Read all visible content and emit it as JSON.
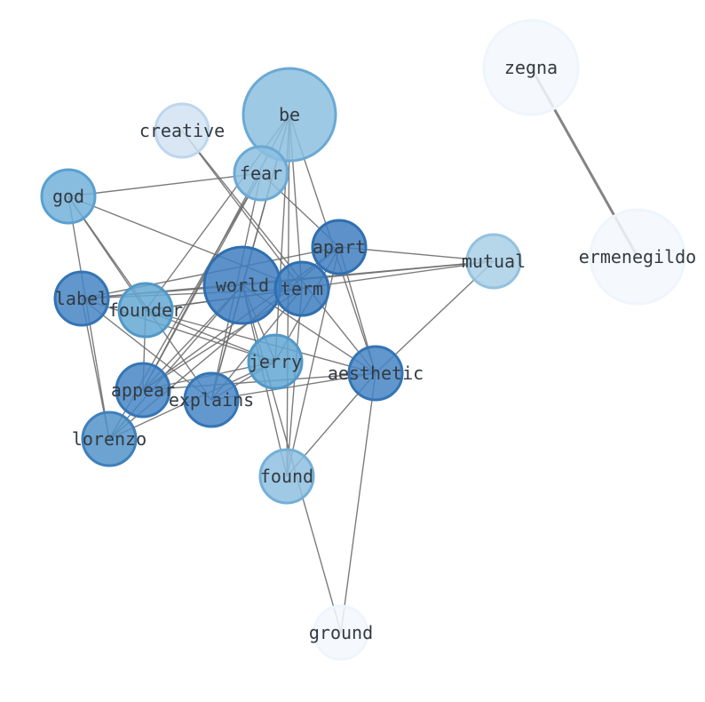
{
  "graph": {
    "nodes": [
      {
        "id": "be",
        "label": "be",
        "color": "#8dc0e0",
        "stroke": "#6aa9d4",
        "weight": 6
      },
      {
        "id": "zegna",
        "label": "zegna",
        "color": "#f3f8fe",
        "stroke": "#eef5fc",
        "weight": 4
      },
      {
        "id": "creative",
        "label": "creative",
        "color": "#d2e3f3",
        "stroke": "#bdd6ee",
        "weight": 2
      },
      {
        "id": "fear",
        "label": "fear",
        "color": "#8cc0e0",
        "stroke": "#6aa9d4",
        "weight": 3
      },
      {
        "id": "god",
        "label": "god",
        "color": "#73b2db",
        "stroke": "#5aa0d0",
        "weight": 3
      },
      {
        "id": "apart",
        "label": "apart",
        "color": "#3f7fc0",
        "stroke": "#2f6fb0",
        "weight": 3
      },
      {
        "id": "mutual",
        "label": "mutual",
        "color": "#a9cfe6",
        "stroke": "#93c2df",
        "weight": 3
      },
      {
        "id": "ermenegildo",
        "label": "ermenegildo",
        "color": "#f3f8fe",
        "stroke": "#eef5fc",
        "weight": 4
      },
      {
        "id": "world",
        "label": "world",
        "color": "#3f7fc0",
        "stroke": "#2f6fb0",
        "weight": 6
      },
      {
        "id": "term",
        "label": "term",
        "color": "#3e7ec0",
        "stroke": "#2f6fb0",
        "weight": 3
      },
      {
        "id": "label",
        "label": "label",
        "color": "#4585c4",
        "stroke": "#3474b4",
        "weight": 3
      },
      {
        "id": "founder",
        "label": "founder",
        "color": "#65a8d4",
        "stroke": "#5098c8",
        "weight": 3
      },
      {
        "id": "jerry",
        "label": "jerry",
        "color": "#64a7d4",
        "stroke": "#5098c8",
        "weight": 3
      },
      {
        "id": "aesthetic",
        "label": "aesthetic",
        "color": "#4585c4",
        "stroke": "#3474b4",
        "weight": 3
      },
      {
        "id": "appear",
        "label": "appear",
        "color": "#4686c5",
        "stroke": "#3575b5",
        "weight": 3
      },
      {
        "id": "explains",
        "label": "explains",
        "color": "#4686c5",
        "stroke": "#3575b5",
        "weight": 3
      },
      {
        "id": "lorenzo",
        "label": "lorenzo",
        "color": "#5293c9",
        "stroke": "#3f80bb",
        "weight": 3
      },
      {
        "id": "found",
        "label": "found",
        "color": "#8ebfe0",
        "stroke": "#74afd7",
        "weight": 3
      },
      {
        "id": "ground",
        "label": "ground",
        "color": "#f3f8fe",
        "stroke": "#eef5fc",
        "weight": 3
      }
    ],
    "edges": [
      [
        "be",
        "world"
      ],
      [
        "be",
        "explains"
      ],
      [
        "be",
        "appear"
      ],
      [
        "be",
        "founder"
      ],
      [
        "be",
        "found"
      ],
      [
        "be",
        "aesthetic"
      ],
      [
        "be",
        "term"
      ],
      [
        "be",
        "jerry"
      ],
      [
        "creative",
        "term"
      ],
      [
        "creative",
        "aesthetic"
      ],
      [
        "fear",
        "god"
      ],
      [
        "fear",
        "apart"
      ],
      [
        "fear",
        "appear"
      ],
      [
        "fear",
        "lorenzo"
      ],
      [
        "fear",
        "explains"
      ],
      [
        "god",
        "explains"
      ],
      [
        "god",
        "lorenzo"
      ],
      [
        "god",
        "term"
      ],
      [
        "god",
        "founder"
      ],
      [
        "apart",
        "label"
      ],
      [
        "apart",
        "mutual"
      ],
      [
        "apart",
        "aesthetic"
      ],
      [
        "apart",
        "found"
      ],
      [
        "apart",
        "appear"
      ],
      [
        "apart",
        "lorenzo"
      ],
      [
        "apart",
        "jerry"
      ],
      [
        "mutual",
        "label"
      ],
      [
        "mutual",
        "founder"
      ],
      [
        "mutual",
        "aesthetic"
      ],
      [
        "mutual",
        "world"
      ],
      [
        "world",
        "label"
      ],
      [
        "world",
        "lorenzo"
      ],
      [
        "world",
        "appear"
      ],
      [
        "world",
        "explains"
      ],
      [
        "world",
        "found"
      ],
      [
        "world",
        "jerry"
      ],
      [
        "world",
        "ground"
      ],
      [
        "world",
        "aesthetic"
      ],
      [
        "term",
        "label"
      ],
      [
        "term",
        "appear"
      ],
      [
        "term",
        "explains"
      ],
      [
        "term",
        "found"
      ],
      [
        "term",
        "founder"
      ],
      [
        "label",
        "jerry"
      ],
      [
        "label",
        "explains"
      ],
      [
        "label",
        "lorenzo"
      ],
      [
        "founder",
        "appear"
      ],
      [
        "founder",
        "aesthetic"
      ],
      [
        "founder",
        "jerry"
      ],
      [
        "jerry",
        "appear"
      ],
      [
        "jerry",
        "lorenzo"
      ],
      [
        "jerry",
        "explains"
      ],
      [
        "aesthetic",
        "appear"
      ],
      [
        "aesthetic",
        "ground"
      ],
      [
        "aesthetic",
        "found"
      ],
      [
        "aesthetic",
        "explains"
      ],
      [
        "zegna",
        "ermenegildo"
      ]
    ],
    "heavy_edges": [
      [
        "zegna",
        "ermenegildo"
      ]
    ],
    "edge_color": "#6e6e6e"
  }
}
